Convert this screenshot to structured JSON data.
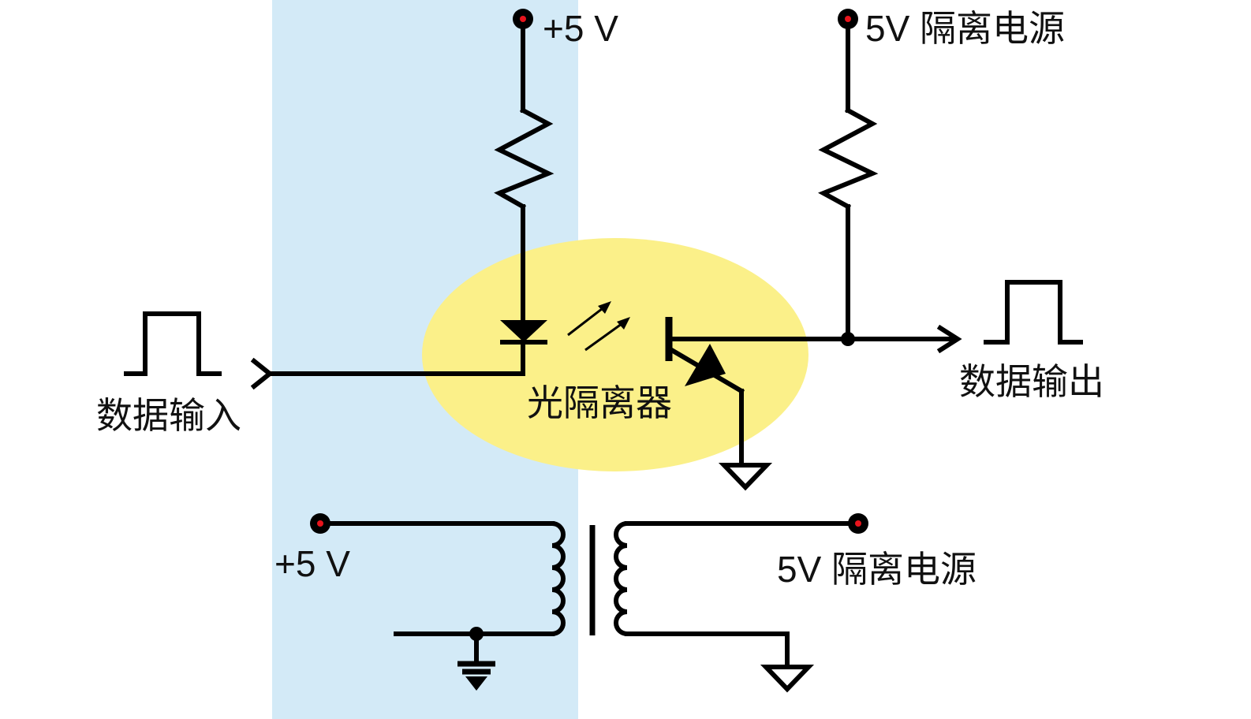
{
  "labels": {
    "vcc_top": "+5 V",
    "iso_top": "5V 隔离电源",
    "data_in": "数据输入",
    "data_out": "数据输出",
    "optoisolator": "光隔离器",
    "vcc_bottom": "+5 V",
    "iso_bottom": "5V 隔离电源"
  },
  "colors": {
    "isolated_side": "#d3eaf7",
    "optocoupler_highlight": "#fbf089",
    "terminal_dot": "#e8141c",
    "wire": "#000000"
  }
}
